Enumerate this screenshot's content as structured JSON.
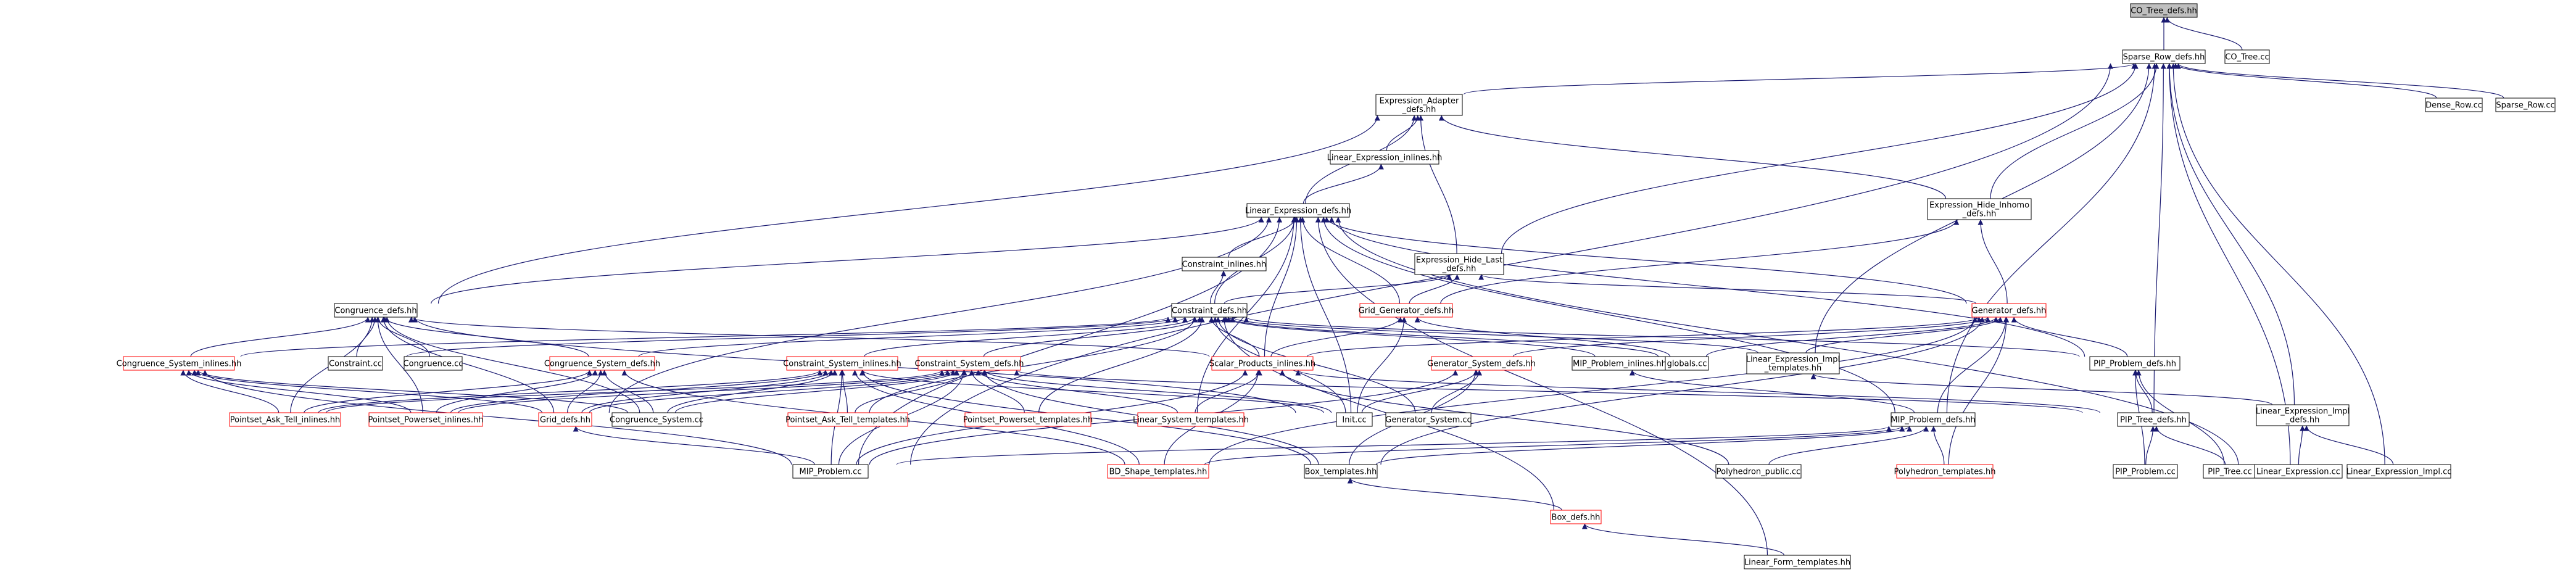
{
  "colors": {
    "background": "#ffffff",
    "node_fill": "#ffffff",
    "node_fill_root": "#bfbfbf",
    "node_border": "#000000",
    "node_border_truncated": "#ff0000",
    "text": "#000000",
    "edge": "#191970"
  },
  "nodes": [
    {
      "id": "CO_Tree_defs",
      "label": "CO_Tree_defs.hh",
      "root": true
    },
    {
      "id": "Sparse_Row_defs",
      "label": "Sparse_Row_defs.hh"
    },
    {
      "id": "CO_Tree_cc",
      "label": "CO_Tree.cc"
    },
    {
      "id": "Expression_Adapter_defs",
      "label": "Expression_Adapter\n_defs.hh"
    },
    {
      "id": "Dense_Row_cc",
      "label": "Dense_Row.cc"
    },
    {
      "id": "Sparse_Row_cc",
      "label": "Sparse_Row.cc"
    },
    {
      "id": "Linear_Expression_inlines",
      "label": "Linear_Expression_inlines.hh"
    },
    {
      "id": "Linear_Expression_defs",
      "label": "Linear_Expression_defs.hh"
    },
    {
      "id": "Expression_Hide_Inhomo_defs",
      "label": "Expression_Hide_Inhomo\n_defs.hh"
    },
    {
      "id": "Constraint_inlines",
      "label": "Constraint_inlines.hh"
    },
    {
      "id": "Expression_Hide_Last_defs",
      "label": "Expression_Hide_Last\n_defs.hh"
    },
    {
      "id": "Congruence_defs",
      "label": "Congruence_defs.hh"
    },
    {
      "id": "Constraint_defs",
      "label": "Constraint_defs.hh"
    },
    {
      "id": "Grid_Generator_defs",
      "label": "Grid_Generator_defs.hh",
      "truncated": true
    },
    {
      "id": "Generator_defs",
      "label": "Generator_defs.hh",
      "truncated": true
    },
    {
      "id": "Congruence_System_inlines",
      "label": "Congruence_System_inlines.hh",
      "truncated": true
    },
    {
      "id": "Constraint_cc",
      "label": "Constraint.cc"
    },
    {
      "id": "Congruence_cc",
      "label": "Congruence.cc"
    },
    {
      "id": "Congruence_System_defs",
      "label": "Congruence_System_defs.hh",
      "truncated": true
    },
    {
      "id": "Constraint_System_inlines",
      "label": "Constraint_System_inlines.hh",
      "truncated": true
    },
    {
      "id": "Constraint_System_defs",
      "label": "Constraint_System_defs.hh",
      "truncated": true
    },
    {
      "id": "Scalar_Products_inlines",
      "label": "Scalar_Products_inlines.hh",
      "truncated": true
    },
    {
      "id": "Generator_System_defs",
      "label": "Generator_System_defs.hh",
      "truncated": true
    },
    {
      "id": "MIP_Problem_inlines",
      "label": "MIP_Problem_inlines.hh"
    },
    {
      "id": "globals_cc",
      "label": "globals.cc"
    },
    {
      "id": "Linear_Expression_Impl_templates",
      "label": "Linear_Expression_Impl\n_templates.hh"
    },
    {
      "id": "PIP_Problem_defs",
      "label": "PIP_Problem_defs.hh"
    },
    {
      "id": "Pointset_Ask_Tell_inlines",
      "label": "Pointset_Ask_Tell_inlines.hh",
      "truncated": true
    },
    {
      "id": "Pointset_Powerset_inlines",
      "label": "Pointset_Powerset_inlines.hh",
      "truncated": true
    },
    {
      "id": "Grid_defs",
      "label": "Grid_defs.hh",
      "truncated": true
    },
    {
      "id": "Congruence_System_cc",
      "label": "Congruence_System.cc"
    },
    {
      "id": "Pointset_Ask_Tell_templates",
      "label": "Pointset_Ask_Tell_templates.hh",
      "truncated": true
    },
    {
      "id": "Pointset_Powerset_templates",
      "label": "Pointset_Powerset_templates.hh",
      "truncated": true
    },
    {
      "id": "Linear_System_templates",
      "label": "Linear_System_templates.hh",
      "truncated": true
    },
    {
      "id": "Init_cc",
      "label": "Init.cc"
    },
    {
      "id": "Generator_System_cc",
      "label": "Generator_System.cc"
    },
    {
      "id": "MIP_Problem_defs",
      "label": "MIP_Problem_defs.hh"
    },
    {
      "id": "PIP_Tree_defs",
      "label": "PIP_Tree_defs.hh"
    },
    {
      "id": "Linear_Expression_Impl_defs",
      "label": "Linear_Expression_Impl\n_defs.hh"
    },
    {
      "id": "MIP_Problem_cc",
      "label": "MIP_Problem.cc"
    },
    {
      "id": "BD_Shape_templates",
      "label": "BD_Shape_templates.hh",
      "truncated": true
    },
    {
      "id": "Box_templates",
      "label": "Box_templates.hh"
    },
    {
      "id": "Polyhedron_public_cc",
      "label": "Polyhedron_public.cc"
    },
    {
      "id": "Polyhedron_templates",
      "label": "Polyhedron_templates.hh",
      "truncated": true
    },
    {
      "id": "PIP_Problem_cc",
      "label": "PIP_Problem.cc"
    },
    {
      "id": "PIP_Tree_cc",
      "label": "PIP_Tree.cc"
    },
    {
      "id": "Linear_Expression_cc",
      "label": "Linear_Expression.cc"
    },
    {
      "id": "Linear_Expression_Impl_cc",
      "label": "Linear_Expression_Impl.cc"
    },
    {
      "id": "Box_defs",
      "label": "Box_defs.hh",
      "truncated": true
    },
    {
      "id": "Linear_Form_templates",
      "label": "Linear_Form_templates.hh"
    }
  ],
  "edges": [
    [
      "Sparse_Row_defs",
      "CO_Tree_defs"
    ],
    [
      "CO_Tree_cc",
      "CO_Tree_defs"
    ],
    [
      "Expression_Adapter_defs",
      "Sparse_Row_defs"
    ],
    [
      "Dense_Row_cc",
      "Sparse_Row_defs"
    ],
    [
      "Sparse_Row_cc",
      "Sparse_Row_defs"
    ],
    [
      "Expression_Hide_Inhomo_defs",
      "Sparse_Row_defs"
    ],
    [
      "Expression_Hide_Last_defs",
      "Sparse_Row_defs"
    ],
    [
      "Linear_Expression_Impl_templates",
      "Sparse_Row_defs"
    ],
    [
      "MIP_Problem_defs",
      "Sparse_Row_defs"
    ],
    [
      "PIP_Tree_defs",
      "Sparse_Row_defs"
    ],
    [
      "Linear_Expression_Impl_defs",
      "Sparse_Row_defs"
    ],
    [
      "Linear_Expression_cc",
      "Sparse_Row_defs"
    ],
    [
      "Linear_Expression_Impl_cc",
      "Sparse_Row_defs"
    ],
    [
      "MIP_Problem_cc",
      "Sparse_Row_defs"
    ],
    [
      "Linear_Expression_inlines",
      "Expression_Adapter_defs"
    ],
    [
      "Linear_Expression_defs",
      "Expression_Adapter_defs"
    ],
    [
      "Expression_Hide_Inhomo_defs",
      "Expression_Adapter_defs"
    ],
    [
      "Expression_Hide_Last_defs",
      "Expression_Adapter_defs"
    ],
    [
      "Congruence_defs",
      "Expression_Adapter_defs"
    ],
    [
      "Linear_Expression_defs",
      "Linear_Expression_inlines"
    ],
    [
      "Constraint_inlines",
      "Linear_Expression_defs"
    ],
    [
      "Congruence_defs",
      "Linear_Expression_defs"
    ],
    [
      "Constraint_defs",
      "Linear_Expression_defs"
    ],
    [
      "Grid_Generator_defs",
      "Linear_Expression_defs"
    ],
    [
      "Generator_defs",
      "Linear_Expression_defs"
    ],
    [
      "Scalar_Products_inlines",
      "Linear_Expression_defs"
    ],
    [
      "MIP_Problem_defs",
      "Linear_Expression_defs"
    ],
    [
      "PIP_Problem_defs",
      "Linear_Expression_defs"
    ],
    [
      "Linear_Expression_cc",
      "Linear_Expression_defs"
    ],
    [
      "Linear_Form_templates",
      "Linear_Expression_defs"
    ],
    [
      "Init_cc",
      "Linear_Expression_defs"
    ],
    [
      "Grid_defs",
      "Linear_Expression_defs"
    ],
    [
      "Linear_System_templates",
      "Linear_Expression_defs"
    ],
    [
      "MIP_Problem_cc",
      "Linear_Expression_defs"
    ],
    [
      "Constraint_defs",
      "Constraint_inlines"
    ],
    [
      "Grid_Generator_defs",
      "Expression_Hide_Inhomo_defs"
    ],
    [
      "Generator_defs",
      "Expression_Hide_Inhomo_defs"
    ],
    [
      "Constraint_defs",
      "Expression_Hide_Last_defs"
    ],
    [
      "Grid_Generator_defs",
      "Expression_Hide_Last_defs"
    ],
    [
      "Generator_defs",
      "Expression_Hide_Last_defs"
    ],
    [
      "Congruence_System_inlines",
      "Congruence_defs"
    ],
    [
      "Constraint_cc",
      "Congruence_defs"
    ],
    [
      "Congruence_cc",
      "Congruence_defs"
    ],
    [
      "Congruence_System_defs",
      "Congruence_defs"
    ],
    [
      "Pointset_Ask_Tell_inlines",
      "Congruence_defs"
    ],
    [
      "Pointset_Powerset_inlines",
      "Congruence_defs"
    ],
    [
      "Grid_defs",
      "Congruence_defs"
    ],
    [
      "Congruence_System_cc",
      "Congruence_defs"
    ],
    [
      "Init_cc",
      "Congruence_defs"
    ],
    [
      "Scalar_Products_inlines",
      "Congruence_defs"
    ],
    [
      "Constraint_cc",
      "Constraint_defs"
    ],
    [
      "Constraint_System_inlines",
      "Constraint_defs"
    ],
    [
      "Constraint_System_defs",
      "Constraint_defs"
    ],
    [
      "Scalar_Products_inlines",
      "Constraint_defs"
    ],
    [
      "MIP_Problem_inlines",
      "Constraint_defs"
    ],
    [
      "globals_cc",
      "Constraint_defs"
    ],
    [
      "Linear_Expression_Impl_templates",
      "Constraint_defs"
    ],
    [
      "PIP_Problem_defs",
      "Constraint_defs"
    ],
    [
      "Congruence_System_defs",
      "Constraint_defs"
    ],
    [
      "Init_cc",
      "Constraint_defs"
    ],
    [
      "Generator_System_cc",
      "Constraint_defs"
    ],
    [
      "Box_defs",
      "Constraint_defs"
    ],
    [
      "Pointset_Ask_Tell_templates",
      "Constraint_defs"
    ],
    [
      "Pointset_Powerset_templates",
      "Constraint_defs"
    ],
    [
      "Congruence_System_inlines",
      "Constraint_defs"
    ],
    [
      "Scalar_Products_inlines",
      "Grid_Generator_defs"
    ],
    [
      "globals_cc",
      "Grid_Generator_defs"
    ],
    [
      "Init_cc",
      "Grid_Generator_defs"
    ],
    [
      "Generator_System_defs",
      "Generator_defs"
    ],
    [
      "Linear_Expression_Impl_templates",
      "Generator_defs"
    ],
    [
      "PIP_Problem_defs",
      "Generator_defs"
    ],
    [
      "MIP_Problem_defs",
      "Generator_defs"
    ],
    [
      "Scalar_Products_inlines",
      "Generator_defs"
    ],
    [
      "Polyhedron_templates",
      "Generator_defs"
    ],
    [
      "Box_templates",
      "Generator_defs"
    ],
    [
      "BD_Shape_templates",
      "Generator_defs"
    ],
    [
      "globals_cc",
      "Generator_defs"
    ],
    [
      "Pointset_Ask_Tell_inlines",
      "Congruence_System_inlines"
    ],
    [
      "Pointset_Powerset_inlines",
      "Congruence_System_inlines"
    ],
    [
      "Congruence_System_cc",
      "Congruence_System_inlines"
    ],
    [
      "Grid_defs",
      "Congruence_System_inlines"
    ],
    [
      "MIP_Problem_cc",
      "Congruence_System_inlines"
    ],
    [
      "Pointset_Ask_Tell_inlines",
      "Congruence_System_defs"
    ],
    [
      "Pointset_Powerset_inlines",
      "Congruence_System_defs"
    ],
    [
      "Grid_defs",
      "Congruence_System_defs"
    ],
    [
      "Congruence_System_cc",
      "Congruence_System_defs"
    ],
    [
      "BD_Shape_templates",
      "Congruence_System_defs"
    ],
    [
      "Pointset_Ask_Tell_inlines",
      "Constraint_System_inlines"
    ],
    [
      "Pointset_Powerset_inlines",
      "Constraint_System_inlines"
    ],
    [
      "Grid_defs",
      "Constraint_System_inlines"
    ],
    [
      "Congruence_System_cc",
      "Constraint_System_inlines"
    ],
    [
      "Pointset_Ask_Tell_templates",
      "Constraint_System_inlines"
    ],
    [
      "Init_cc",
      "Constraint_System_inlines"
    ],
    [
      "MIP_Problem_cc",
      "Constraint_System_inlines"
    ],
    [
      "BD_Shape_templates",
      "Constraint_System_inlines"
    ],
    [
      "Box_templates",
      "Constraint_System_inlines"
    ],
    [
      "Pointset_Ask_Tell_inlines",
      "Constraint_System_defs"
    ],
    [
      "Pointset_Powerset_inlines",
      "Constraint_System_defs"
    ],
    [
      "Grid_defs",
      "Constraint_System_defs"
    ],
    [
      "Congruence_System_cc",
      "Constraint_System_defs"
    ],
    [
      "Pointset_Ask_Tell_templates",
      "Constraint_System_defs"
    ],
    [
      "Pointset_Powerset_templates",
      "Constraint_System_defs"
    ],
    [
      "Linear_System_templates",
      "Constraint_System_defs"
    ],
    [
      "Init_cc",
      "Constraint_System_defs"
    ],
    [
      "MIP_Problem_cc",
      "Constraint_System_defs"
    ],
    [
      "Box_templates",
      "Constraint_System_defs"
    ],
    [
      "PIP_Tree_defs",
      "Constraint_System_defs"
    ],
    [
      "MIP_Problem_cc",
      "Scalar_Products_inlines"
    ],
    [
      "BD_Shape_templates",
      "Scalar_Products_inlines"
    ],
    [
      "Linear_System_templates",
      "Scalar_Products_inlines"
    ],
    [
      "Polyhedron_public_cc",
      "Scalar_Products_inlines"
    ],
    [
      "PIP_Tree_defs",
      "Scalar_Products_inlines"
    ],
    [
      "Init_cc",
      "Generator_System_defs"
    ],
    [
      "Generator_System_cc",
      "Generator_System_defs"
    ],
    [
      "Box_templates",
      "Generator_System_defs"
    ],
    [
      "MIP_Problem_cc",
      "Generator_System_defs"
    ],
    [
      "MIP_Problem_defs",
      "MIP_Problem_inlines"
    ],
    [
      "Linear_Expression_Impl_defs",
      "Linear_Expression_Impl_templates"
    ],
    [
      "PIP_Tree_defs",
      "PIP_Problem_defs"
    ],
    [
      "PIP_Problem_cc",
      "PIP_Problem_defs"
    ],
    [
      "PIP_Tree_cc",
      "PIP_Problem_defs"
    ],
    [
      "MIP_Problem_cc",
      "Grid_defs"
    ],
    [
      "MIP_Problem_cc",
      "MIP_Problem_defs"
    ],
    [
      "BD_Shape_templates",
      "MIP_Problem_defs"
    ],
    [
      "Box_templates",
      "MIP_Problem_defs"
    ],
    [
      "Polyhedron_public_cc",
      "MIP_Problem_defs"
    ],
    [
      "Polyhedron_templates",
      "MIP_Problem_defs"
    ],
    [
      "PIP_Problem_cc",
      "PIP_Tree_defs"
    ],
    [
      "PIP_Tree_cc",
      "PIP_Tree_defs"
    ],
    [
      "Linear_Expression_cc",
      "Linear_Expression_Impl_defs"
    ],
    [
      "Linear_Expression_Impl_cc",
      "Linear_Expression_Impl_defs"
    ],
    [
      "Box_defs",
      "Box_templates"
    ],
    [
      "Linear_Form_templates",
      "Box_defs"
    ]
  ]
}
